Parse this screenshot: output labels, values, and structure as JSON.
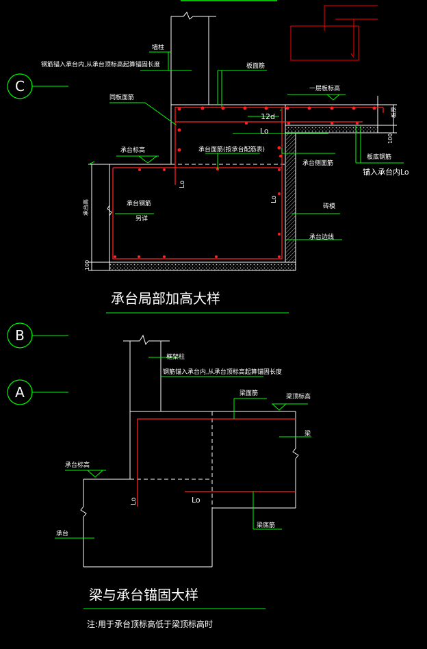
{
  "axes": {
    "c": "C",
    "b": "B",
    "a": "A"
  },
  "colors": {
    "bg": "#000000",
    "line": "#ffffff",
    "rebar": "#ff0000",
    "leader": "#00ff00",
    "hatch": "#c8c8c8"
  },
  "top_detail": {
    "title": "承台局部加高大样",
    "labels": {
      "column": "墙柱",
      "anchor_note": "钢筋锚入承台内,从承台顶标高起算锚固长度",
      "slab_top_bar": "板面筋",
      "same_slab_bar": "同板面筋",
      "floor_level": "一层板标高",
      "pile_cap_level": "承台标高",
      "cap_top_bar": "承台面筋(按承台配筋表)",
      "cap_side_bar": "承台侧面筋",
      "cap_bottom_bar": "承台钢筋",
      "see_detail": "另详",
      "slab_bottom_bar": "板底钢筋",
      "anchor_lo": "锚入承台内Lo",
      "brick_mold": "砖模",
      "cap_edge": "承台边线",
      "dev_12d": "12d",
      "lo_1": "Lo",
      "lo_2": "Lo",
      "lo_3": "Lo",
      "dim_h": "承台高",
      "dim_100": "100",
      "dim_100b": "100",
      "dim_slab": "板厚"
    }
  },
  "bottom_detail": {
    "title": "梁与承台锚固大样",
    "note": "注:用于承台顶标高低于梁顶标高时",
    "labels": {
      "frame_column": "框架柱",
      "anchor_note": "钢筋锚入承台内,从承台顶标高起算锚固长度",
      "beam_top_bar": "梁面筋",
      "beam_top_level": "梁顶标高",
      "beam": "梁",
      "cap_level": "承台标高",
      "lo_1": "Lo",
      "lo_2": "Lo",
      "beam_bottom_bar": "梁底筋",
      "pile_cap": "承台"
    }
  }
}
